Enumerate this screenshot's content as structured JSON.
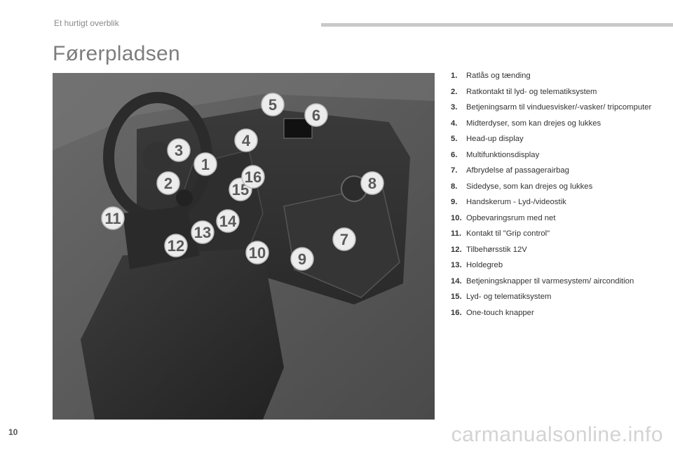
{
  "header": {
    "section": "Et hurtigt overblik"
  },
  "page": {
    "title": "Førerpladsen",
    "number": "10"
  },
  "legend": [
    {
      "num": "1.",
      "text": "Ratlås og tænding"
    },
    {
      "num": "2.",
      "text": "Ratkontakt til lyd- og telematiksystem"
    },
    {
      "num": "3.",
      "text": "Betjeningsarm til vinduesvisker/-vasker/ tripcomputer"
    },
    {
      "num": "4.",
      "text": "Midterdyser, som kan drejes og lukkes"
    },
    {
      "num": "5.",
      "text": "Head-up display"
    },
    {
      "num": "6.",
      "text": "Multifunktionsdisplay"
    },
    {
      "num": "7.",
      "text": "Afbrydelse af passagerairbag"
    },
    {
      "num": "8.",
      "text": "Sidedyse, som kan drejes og lukkes"
    },
    {
      "num": "9.",
      "text": "Handskerum - Lyd-/videostik"
    },
    {
      "num": "10.",
      "text": "Opbevaringsrum med net"
    },
    {
      "num": "11.",
      "text": "Kontakt til \"Grip control\""
    },
    {
      "num": "12.",
      "text": "Tilbehørsstik 12V"
    },
    {
      "num": "13.",
      "text": "Holdegreb"
    },
    {
      "num": "14.",
      "text": "Betjeningsknapper til varmesystem/ aircondition"
    },
    {
      "num": "15.",
      "text": "Lyd- og telematiksystem"
    },
    {
      "num": "16.",
      "text": "One-touch knapper"
    }
  ],
  "callouts": [
    "1",
    "2",
    "3",
    "4",
    "5",
    "6",
    "7",
    "8",
    "9",
    "10",
    "11",
    "12",
    "13",
    "14",
    "15",
    "16"
  ],
  "watermark": "carmanualsonline.info"
}
